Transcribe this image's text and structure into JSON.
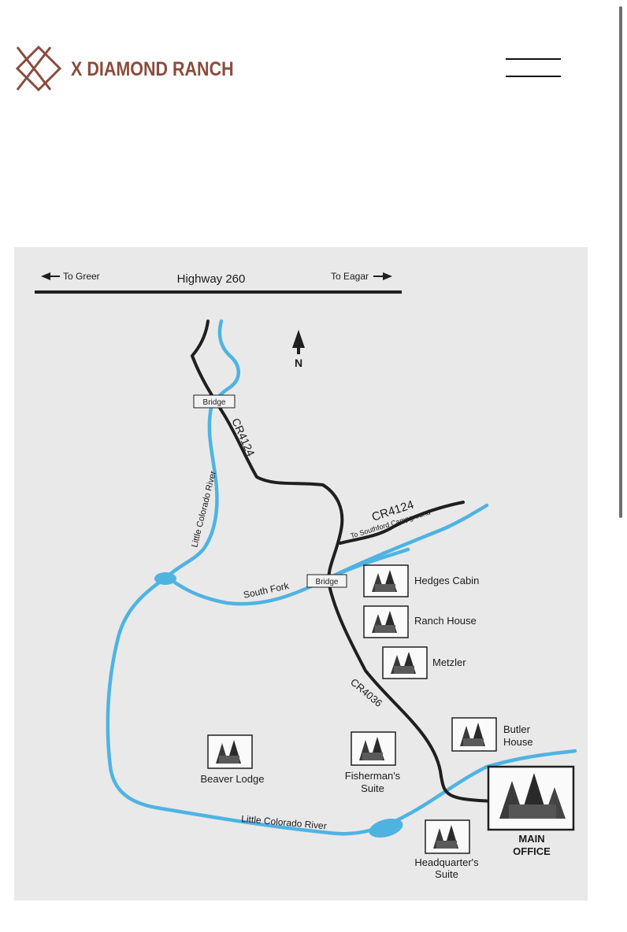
{
  "brand": {
    "name": "X DIAMOND RANCH",
    "color": "#8a4b3c",
    "logo_icon": "x-diamond-logo-icon"
  },
  "nav": {
    "menu_icon": "hamburger-menu-icon"
  },
  "map": {
    "highway": {
      "label": "Highway 260",
      "left": "To Greer",
      "right": "To Eagar"
    },
    "north": "N",
    "roads": {
      "cr4124_a": "CR4124",
      "cr4124_b": "CR4124",
      "to_campground": "To Southford Campground",
      "cr4036": "CR4036"
    },
    "rivers": {
      "little_colorado_vertical": "Little Colorado River",
      "little_colorado_bottom": "Little Colorado River",
      "south_fork": "South Fork"
    },
    "bridges": {
      "top": "Bridge",
      "middle": "Bridge"
    },
    "cabins": {
      "hedges": "Hedges Cabin",
      "ranch_house": "Ranch House",
      "metzler": "Metzler",
      "butler_1": "Butler",
      "butler_2": "House",
      "beaver": "Beaver Lodge",
      "fisherman_1": "Fisherman's",
      "fisherman_2": "Suite",
      "headquarters_1": "Headquarter's",
      "headquarters_2": "Suite",
      "main_1": "MAIN",
      "main_2": "OFFICE"
    },
    "colors": {
      "river": "#4fb3e2",
      "road": "#1f1f1f",
      "background": "#e9e9e9"
    }
  }
}
